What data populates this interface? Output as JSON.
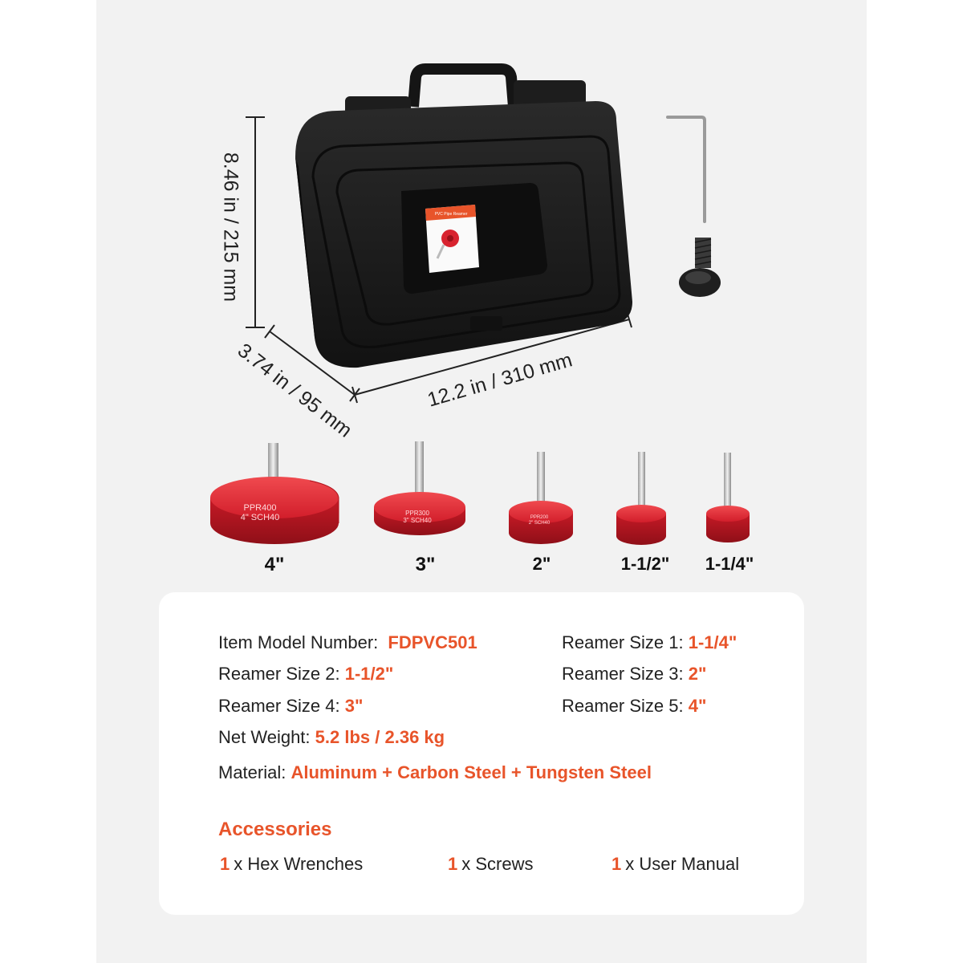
{
  "dimensions": {
    "height": "8.46 in / 215 mm",
    "depth": "3.74 in / 95 mm",
    "width": "12.2 in / 310 mm"
  },
  "case_sticker_text": "PVC Pipe Reamer",
  "reamers": [
    {
      "size": "4\"",
      "engraving_1": "PPR400",
      "engraving_2": "4\" SCH40"
    },
    {
      "size": "3\"",
      "engraving_1": "PPR300",
      "engraving_2": "3\" SCH40"
    },
    {
      "size": "2\"",
      "engraving_1": "PPR200",
      "engraving_2": "2\" SCH40"
    },
    {
      "size": "1-1/2\"",
      "engraving_1": "",
      "engraving_2": ""
    },
    {
      "size": "1-1/4\"",
      "engraving_1": "",
      "engraving_2": ""
    }
  ],
  "specs": {
    "model_label": "Item Model Number:",
    "model_value": "FDPVC501",
    "size1_label": "Reamer Size 1:",
    "size1_value": "1-1/4\"",
    "size2_label": "Reamer Size 2:",
    "size2_value": "1-1/2\"",
    "size3_label": "Reamer Size 3:",
    "size3_value": "2\"",
    "size4_label": "Reamer Size 4:",
    "size4_value": "3\"",
    "size5_label": "Reamer Size 5:",
    "size5_value": "4\"",
    "weight_label": "Net Weight:",
    "weight_value": "5.2 lbs / 2.36 kg",
    "material_label": "Material:",
    "material_value": "Aluminum + Carbon Steel + Tungsten Steel"
  },
  "accessories": {
    "title": "Accessories",
    "items": [
      {
        "qty": "1",
        "label": "x Hex Wrenches"
      },
      {
        "qty": "1",
        "label": "x Screws"
      },
      {
        "qty": "1",
        "label": "x User Manual"
      }
    ]
  },
  "colors": {
    "accent": "#e8542a",
    "reamer_red": "#d8232f",
    "case_black": "#1b1b1b"
  }
}
